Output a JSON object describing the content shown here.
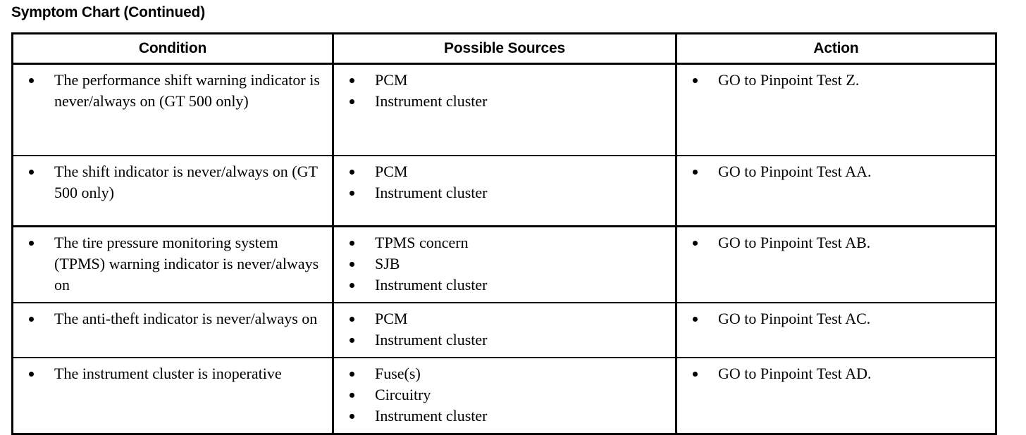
{
  "document": {
    "title": "Symptom Chart (Continued)"
  },
  "table": {
    "headers": {
      "condition": "Condition",
      "sources": "Possible Sources",
      "action": "Action"
    },
    "rows": [
      {
        "condition": [
          "The performance shift warning indicator is never/always on (GT 500 only)"
        ],
        "sources": [
          "PCM",
          "Instrument cluster"
        ],
        "action": [
          "GO to Pinpoint Test Z."
        ]
      },
      {
        "condition": [
          "The shift indicator is never/always on (GT 500 only)"
        ],
        "sources": [
          "PCM",
          "Instrument cluster"
        ],
        "action": [
          "GO to Pinpoint Test AA."
        ]
      },
      {
        "condition": [
          "The tire pressure monitoring system (TPMS) warning indicator is never/always on"
        ],
        "sources": [
          "TPMS concern",
          "SJB",
          "Instrument cluster"
        ],
        "action": [
          "GO to Pinpoint Test AB."
        ]
      },
      {
        "condition": [
          "The anti-theft indicator is never/always on"
        ],
        "sources": [
          "PCM",
          "Instrument cluster"
        ],
        "action": [
          "GO to Pinpoint Test AC."
        ]
      },
      {
        "condition": [
          "The instrument cluster is inoperative"
        ],
        "sources": [
          "Fuse(s)",
          "Circuitry",
          "Instrument cluster"
        ],
        "action": [
          "GO to Pinpoint Test AD."
        ]
      }
    ]
  },
  "colors": {
    "text": "#000000",
    "background": "#ffffff",
    "border": "#000000"
  }
}
